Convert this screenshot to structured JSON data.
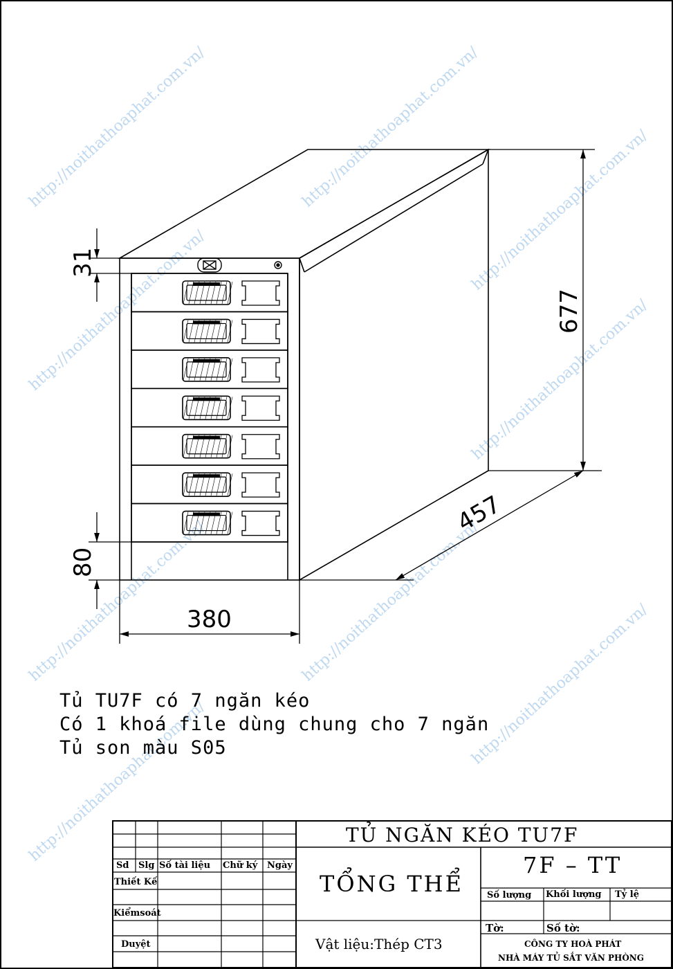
{
  "drawing": {
    "dimensions": {
      "top_rail": "31",
      "height": "677",
      "depth": "457",
      "base": "80",
      "width": "380"
    },
    "notes": [
      "Tủ TU7F có 7 ngăn kéo",
      "Có 1 khoá file dùng chung cho 7 ngăn",
      "Tủ son màu S05"
    ],
    "drawer_count": 7,
    "watermark": "http://noithathoaphat.com.vn/"
  },
  "title_block": {
    "product_title": "TỦ NGĂN KÉO TU7F",
    "view_title": "TỔNG THỂ",
    "drawing_code": "7F – TT",
    "material": "Vật liệu:Thép CT3",
    "columns": {
      "sd": "Sd",
      "slg": "Slg",
      "doc_no": "Số tài liệu",
      "signature": "Chữ ký",
      "date": "Ngày"
    },
    "roles": {
      "design": "Thiết Kế",
      "control": "Kiểmsoát",
      "approve": "Duyệt"
    },
    "fields": {
      "quantity": "Số lượng",
      "mass": "Khối lượng",
      "scale": "Tỷ lệ",
      "sheet": "Tờ:",
      "sheets": "Số tờ:"
    },
    "company": {
      "line1": "CÔNG TY HOÀ PHÁT",
      "line2": "NHÀ MÁY TỦ SẮT VĂN PHÒNG"
    }
  },
  "colors": {
    "line": "#000000",
    "watermark": "#7fb2e0"
  }
}
